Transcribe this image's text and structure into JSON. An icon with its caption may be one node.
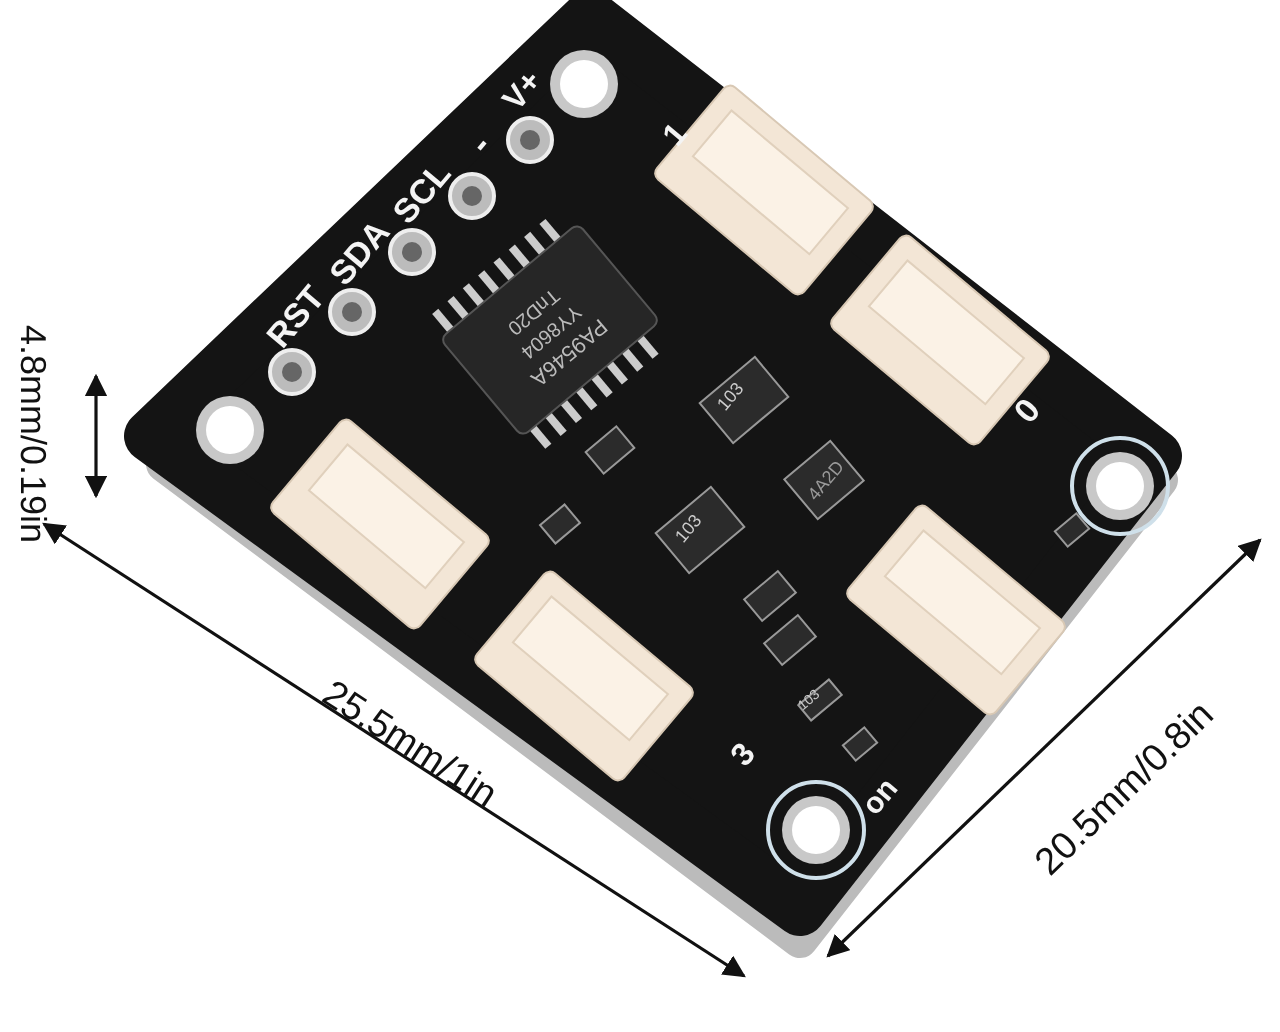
{
  "diagram": {
    "labels": [
      "4.8mm/0.19in",
      "V+",
      "-",
      "SCL",
      "SDA",
      "RST",
      "1",
      "PA9546A",
      "YY8604",
      "TnD20",
      "103",
      "4A2D",
      "0",
      "103",
      "103",
      "25.5mm/1in",
      "3",
      "on",
      "20.5mm/0.8in"
    ]
  }
}
